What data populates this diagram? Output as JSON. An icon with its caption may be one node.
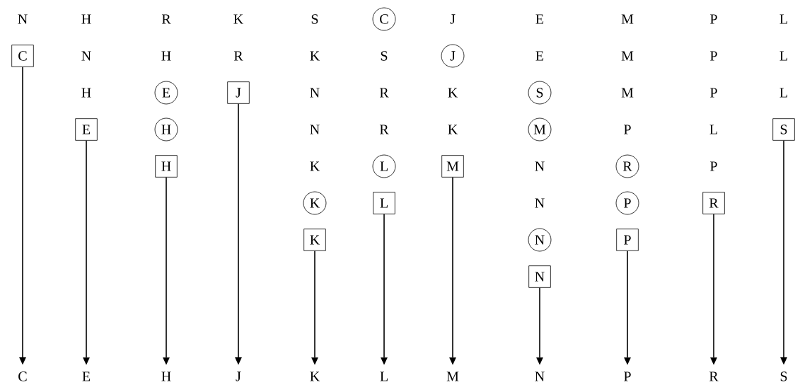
{
  "diagram": {
    "nodes": [
      {
        "text": [
          "C"
        ]
      },
      {
        "text": [
          "C"
        ]
      },
      {
        "text": [
          "J"
        ]
      },
      {
        "text": [
          "E"
        ]
      },
      {
        "text": [
          "J"
        ]
      },
      {
        "text": [
          "S"
        ]
      },
      {
        "text": [
          "E"
        ]
      },
      {
        "text": [
          "H"
        ]
      },
      {
        "text": [
          "M"
        ]
      },
      {
        "text": [
          "S"
        ]
      },
      {
        "text": [
          "H"
        ]
      },
      {
        "text": [
          "L"
        ]
      },
      {
        "text": [
          "M"
        ]
      },
      {
        "text": [
          "R"
        ]
      },
      {
        "text": [
          "K"
        ]
      },
      {
        "text": [
          "L"
        ]
      },
      {
        "text": [
          "P"
        ]
      },
      {
        "text": [
          "R"
        ]
      },
      {
        "text": [
          "K"
        ]
      },
      {
        "text": [
          "N"
        ]
      },
      {
        "text": [
          "P"
        ]
      },
      {
        "text": [
          "N"
        ]
      },
      {
        "text": [
          "C"
        ]
      },
      {
        "text": [
          "E"
        ]
      },
      {
        "text": [
          "H"
        ]
      },
      {
        "text": [
          "J"
        ]
      },
      {
        "text": [
          "K"
        ]
      },
      {
        "text": [
          "L"
        ]
      },
      {
        "text": [
          "M"
        ]
      },
      {
        "text": [
          "N"
        ]
      },
      {
        "text": [
          "P"
        ]
      },
      {
        "text": [
          "R"
        ]
      },
      {
        "text": [
          "S"
        ]
      }
    ],
    "edges": [
      {
        "from": 1,
        "to": 22,
        "arrow": "to"
      },
      {
        "from": 6,
        "to": 23,
        "arrow": "to"
      },
      {
        "from": 10,
        "to": 24,
        "arrow": "to"
      },
      {
        "from": 4,
        "to": 25,
        "arrow": "to"
      },
      {
        "from": 18,
        "to": 26,
        "arrow": "to"
      },
      {
        "from": 15,
        "to": 27,
        "arrow": "to"
      },
      {
        "from": 12,
        "to": 28,
        "arrow": "to"
      },
      {
        "from": 21,
        "to": 29,
        "arrow": "to"
      },
      {
        "from": 20,
        "to": 30,
        "arrow": "to"
      },
      {
        "from": 17,
        "to": 31,
        "arrow": "to"
      },
      {
        "from": 9,
        "to": 32,
        "arrow": "to"
      }
    ],
    "labels": [
      "N",
      "H",
      "R",
      "K",
      "S",
      "J",
      "E",
      "M",
      "P",
      "L",
      "N",
      "H",
      "R",
      "K",
      "S",
      "E",
      "M",
      "P",
      "L",
      "H",
      "N",
      "R",
      "K",
      "M",
      "P",
      "L",
      "N",
      "R",
      "K",
      "P",
      "L",
      "K",
      "N",
      "P",
      "N"
    ]
  }
}
